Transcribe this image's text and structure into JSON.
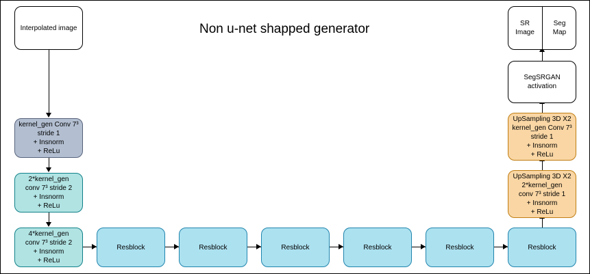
{
  "diagram": {
    "title": "Non u-net shapped generator",
    "colors": {
      "gray_blue": "#b3bfd1",
      "teal": "#b1e3e3",
      "light_blue": "#ace1f0",
      "orange": "#f9d6a4",
      "white": "#ffffff",
      "border_default": "#000000",
      "border_gray_blue": "#56617a",
      "border_teal": "#0e8088",
      "border_light_blue": "#1f84ad",
      "border_orange": "#c07d12"
    },
    "input": {
      "label": "Interpolated image"
    },
    "encoder": [
      {
        "name": "conv-block-1",
        "lines": [
          "kernel_gen Conv 7³",
          "stride 1",
          "+ Insnorm",
          "+ ReLu"
        ]
      },
      {
        "name": "conv-block-2",
        "lines": [
          "2*kernel_gen",
          "conv 7³ stride 2",
          "+ Insnorm",
          "+ ReLu"
        ]
      },
      {
        "name": "conv-block-3",
        "lines": [
          "4*kernel_gen",
          "conv 7³ stride 2",
          "+ Insnorm",
          "+ ReLu"
        ]
      }
    ],
    "resblocks": [
      {
        "label": "Resblock"
      },
      {
        "label": "Resblock"
      },
      {
        "label": "Resblock"
      },
      {
        "label": "Resblock"
      },
      {
        "label": "Resblock"
      },
      {
        "label": "Resblock"
      }
    ],
    "decoder": [
      {
        "name": "upsample-block-1",
        "lines": [
          "UpSampling 3D X2",
          "2*kernel_gen",
          "conv 7³ stride 1",
          "+ Insnorm",
          "+ ReLu"
        ]
      },
      {
        "name": "upsample-block-2",
        "lines": [
          "UpSampling 3D X2",
          "kernel_gen Conv 7³",
          "stride 1",
          "+ Insnorm",
          "+ ReLu"
        ]
      }
    ],
    "activation": {
      "lines": [
        "SegSRGAN",
        "activation"
      ]
    },
    "outputs": {
      "left": [
        "SR",
        "Image"
      ],
      "right": [
        "Seg",
        "Map"
      ]
    }
  }
}
